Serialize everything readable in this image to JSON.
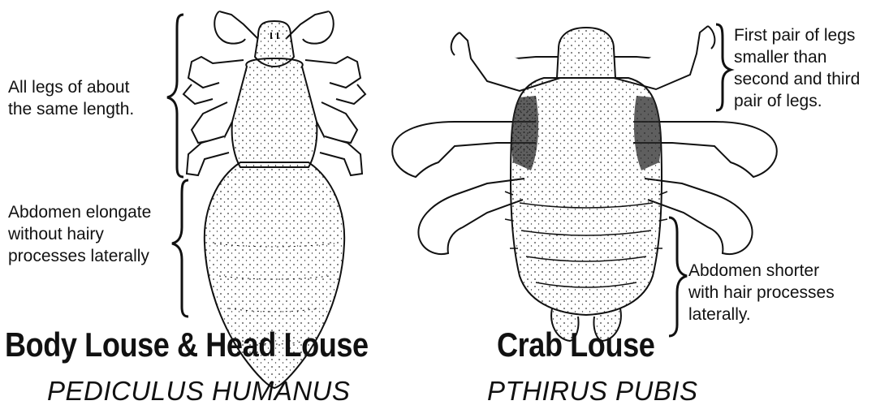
{
  "left_specimen": {
    "note_legs": [
      "All legs of about",
      "the same length."
    ],
    "note_abdomen": [
      "Abdomen elongate",
      "without hairy",
      "processes laterally"
    ],
    "title": "Body Louse & Head Louse",
    "scientific_name": "PEDICULUS HUMANUS"
  },
  "right_specimen": {
    "note_legs": [
      "First pair of legs",
      "smaller than",
      "second and third",
      "pair of legs."
    ],
    "note_abdomen": [
      "Abdomen shorter",
      "with hair processes",
      "laterally."
    ],
    "title": "Crab Louse",
    "scientific_name": "PTHIRUS PUBIS"
  },
  "colors": {
    "ink": "#111111",
    "paper": "#ffffff",
    "shade": "#2a2a2a"
  }
}
